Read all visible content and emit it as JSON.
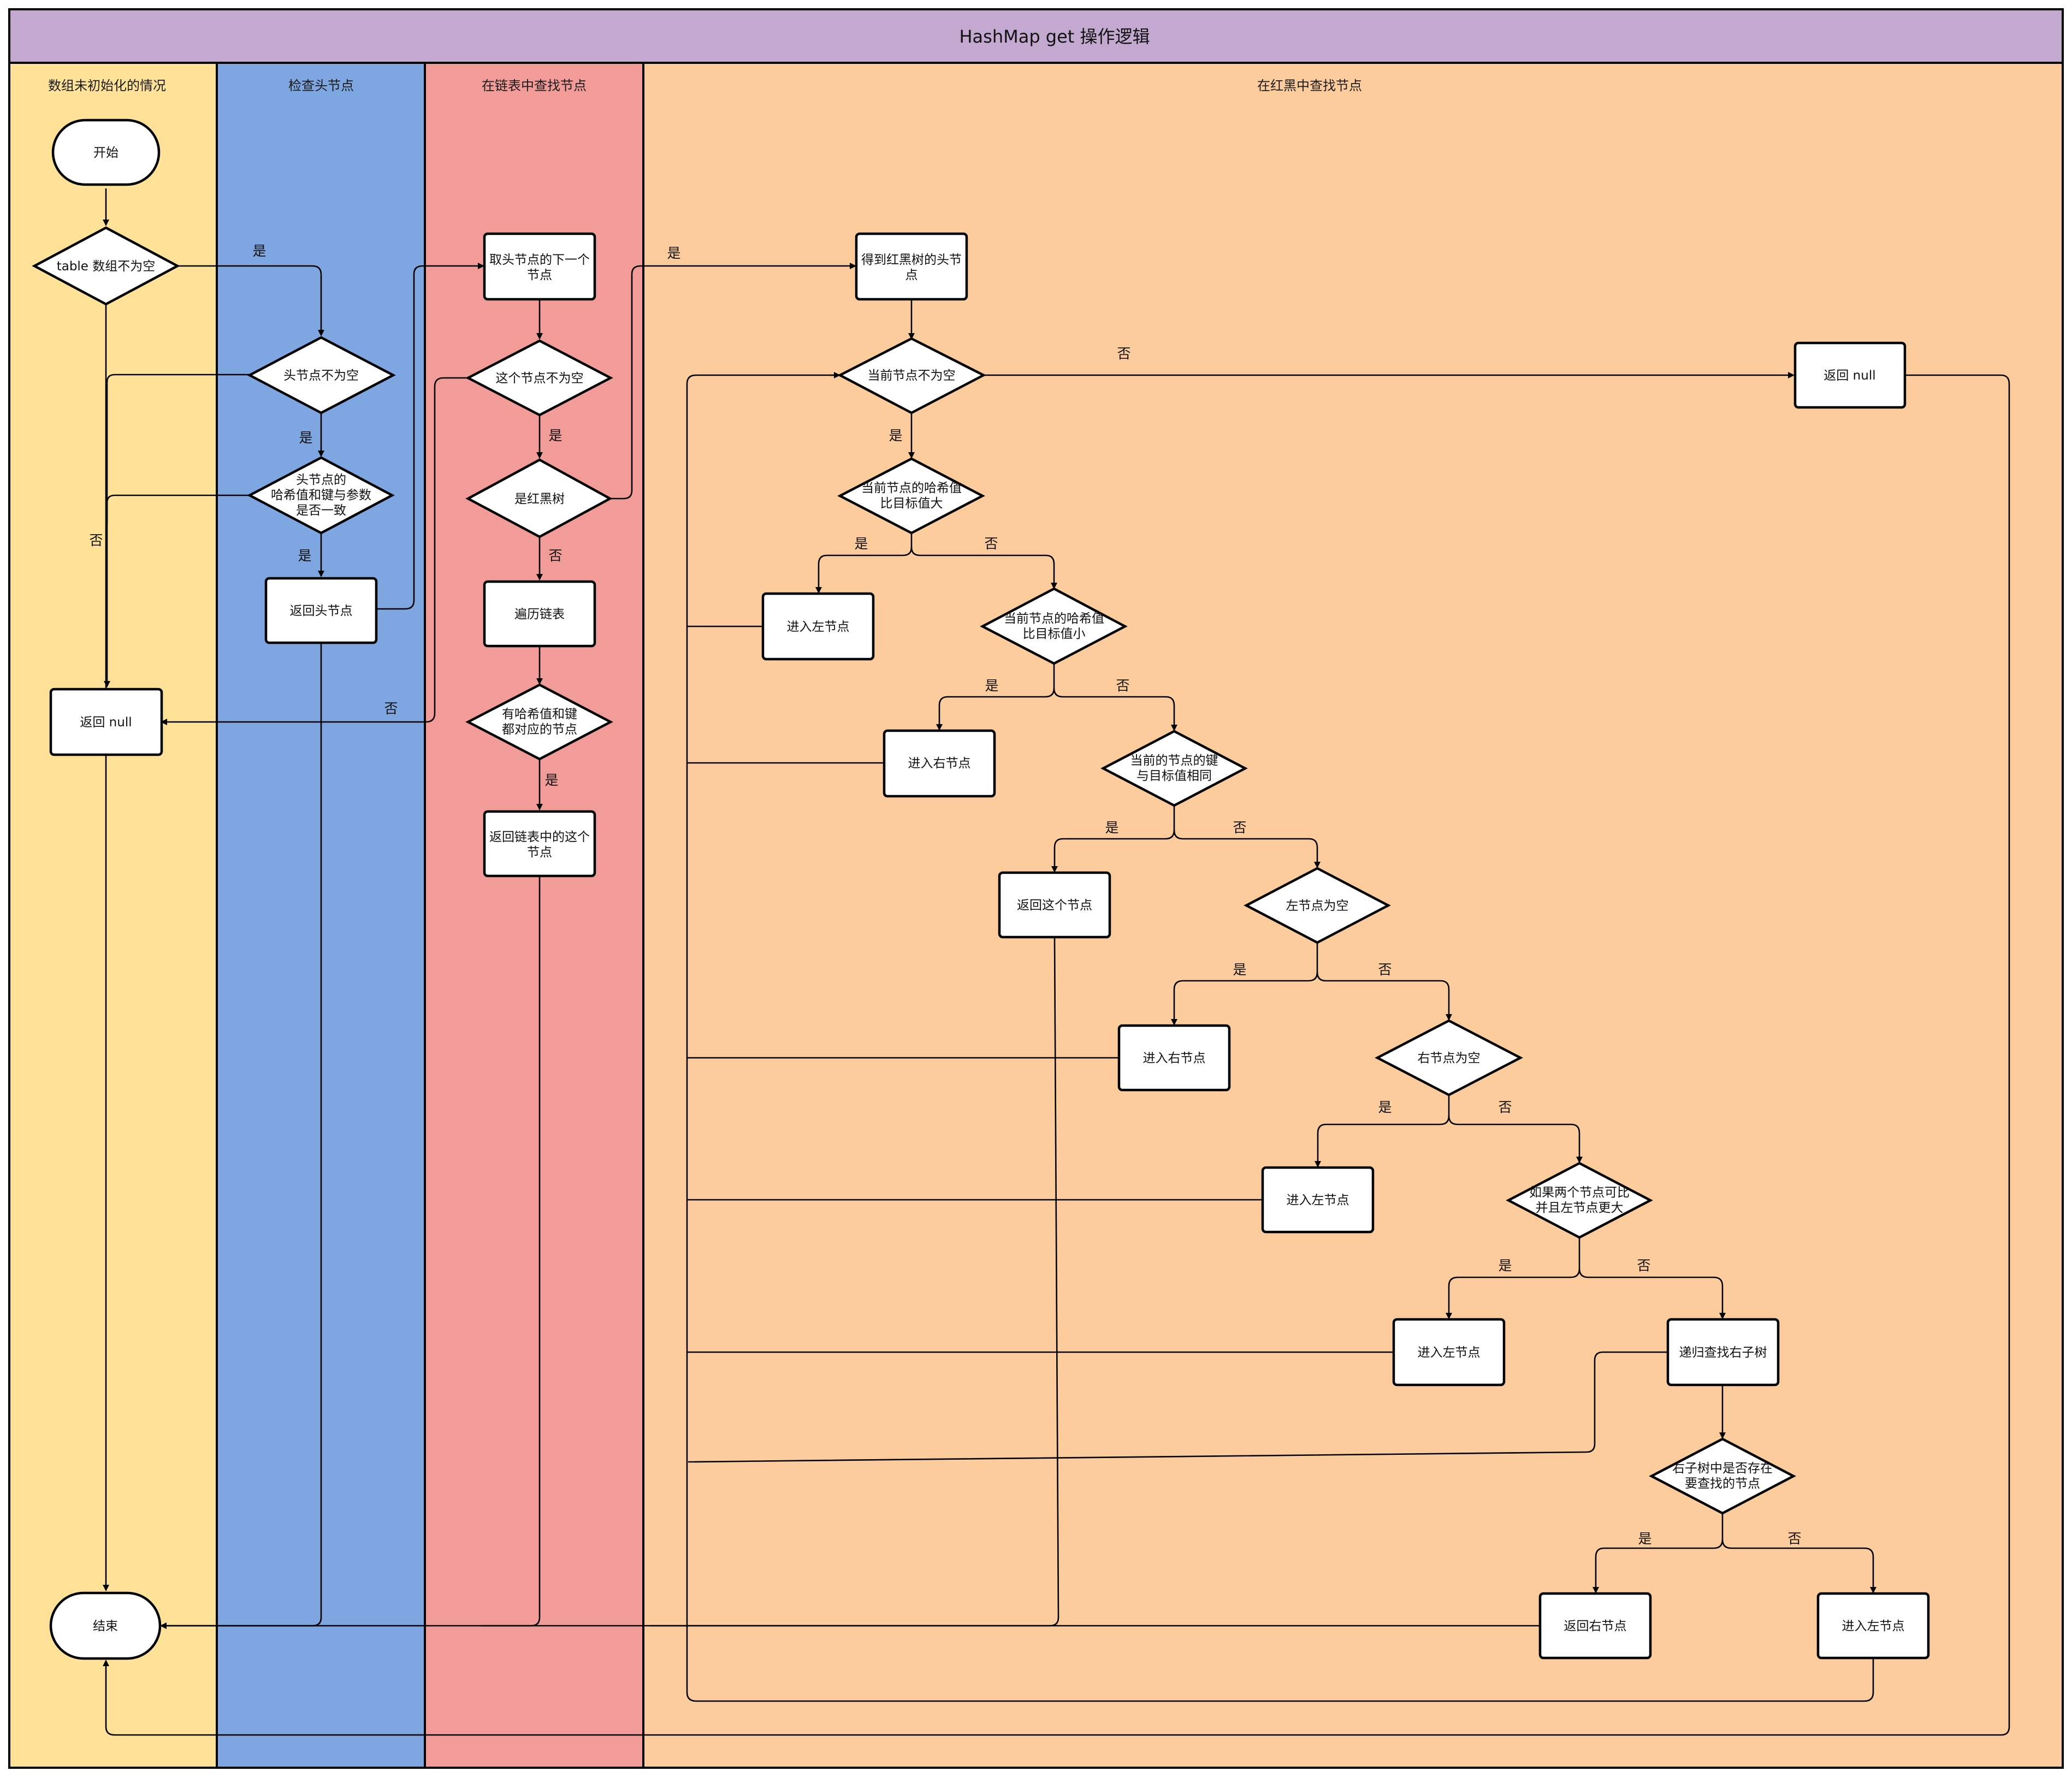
{
  "title": "HashMap get 操作逻辑",
  "colors": {
    "title_bar": "#c3a9d0",
    "lane_not_initialized": "#ffe198",
    "lane_check_head": "#7ea6e0",
    "lane_linked_list": "#f19c99",
    "lane_red_black_tree": "#fdcc9c",
    "node_fill": "#ffffff",
    "stroke": "#000000"
  },
  "lanes": {
    "not_initialized": "数组未初始化的情况",
    "check_head": "检查头节点",
    "linked_list": "在链表中查找节点",
    "red_black_tree": "在红黑中查找节点"
  },
  "nodes": {
    "start": "开始",
    "table_not_empty": "table 数组不为空",
    "return_null_left": "返回 null",
    "end": "结束",
    "head_not_empty": "头节点不为空",
    "head_match": [
      "头节点的",
      "哈希值和键与参数",
      "是否一致"
    ],
    "return_head": "返回头节点",
    "take_next": [
      "取头节点的下一个",
      "节点"
    ],
    "node_not_empty": "这个节点不为空",
    "is_red_black": "是红黑树",
    "traverse_list": "遍历链表",
    "has_matching": [
      "有哈希值和键",
      "都对应的节点"
    ],
    "return_list_node": [
      "返回链表中的这个",
      "节点"
    ],
    "get_rb_head": [
      "得到红黑树的头节",
      "点"
    ],
    "current_not_empty": "当前节点不为空",
    "return_null_right": "返回 null",
    "hash_greater": [
      "当前节点的哈希值",
      "比目标值大"
    ],
    "enter_left_1": "进入左节点",
    "hash_less": [
      "当前节点的哈希值",
      "比目标值小"
    ],
    "enter_right_1": "进入右节点",
    "key_equal": [
      "当前的节点的键",
      "与目标值相同"
    ],
    "return_this_node": "返回这个节点",
    "left_empty": "左节点为空",
    "enter_right_2": "进入右节点",
    "right_empty": "右节点为空",
    "enter_left_2": "进入左节点",
    "comparable_left_bigger": [
      "如果两个节点可比",
      "并且左节点更大"
    ],
    "enter_left_3": "进入左节点",
    "recurse_right": "递归查找右子树",
    "exists_in_right": [
      "右子树中是否存在",
      "要查找的节点"
    ],
    "return_right_node": "返回右节点",
    "enter_left_4": "进入左节点"
  },
  "edge_labels": {
    "table_yes": "是",
    "table_no": "否",
    "head_not_empty_yes": "是",
    "head_match_yes": "是",
    "linked_no": "否",
    "node_not_empty_yes": "是",
    "is_rb_no": "否",
    "has_matching_yes": "是",
    "is_rb_yes": "是",
    "current_no": "否",
    "current_yes": "是",
    "hash_greater_yes": "是",
    "hash_greater_no": "否",
    "hash_less_yes": "是",
    "hash_less_no": "否",
    "key_equal_yes": "是",
    "key_equal_no": "否",
    "left_empty_yes": "是",
    "left_empty_no": "否",
    "right_empty_yes": "是",
    "right_empty_no": "否",
    "comparable_yes": "是",
    "comparable_no": "否",
    "exists_yes": "是",
    "exists_no": "否"
  }
}
